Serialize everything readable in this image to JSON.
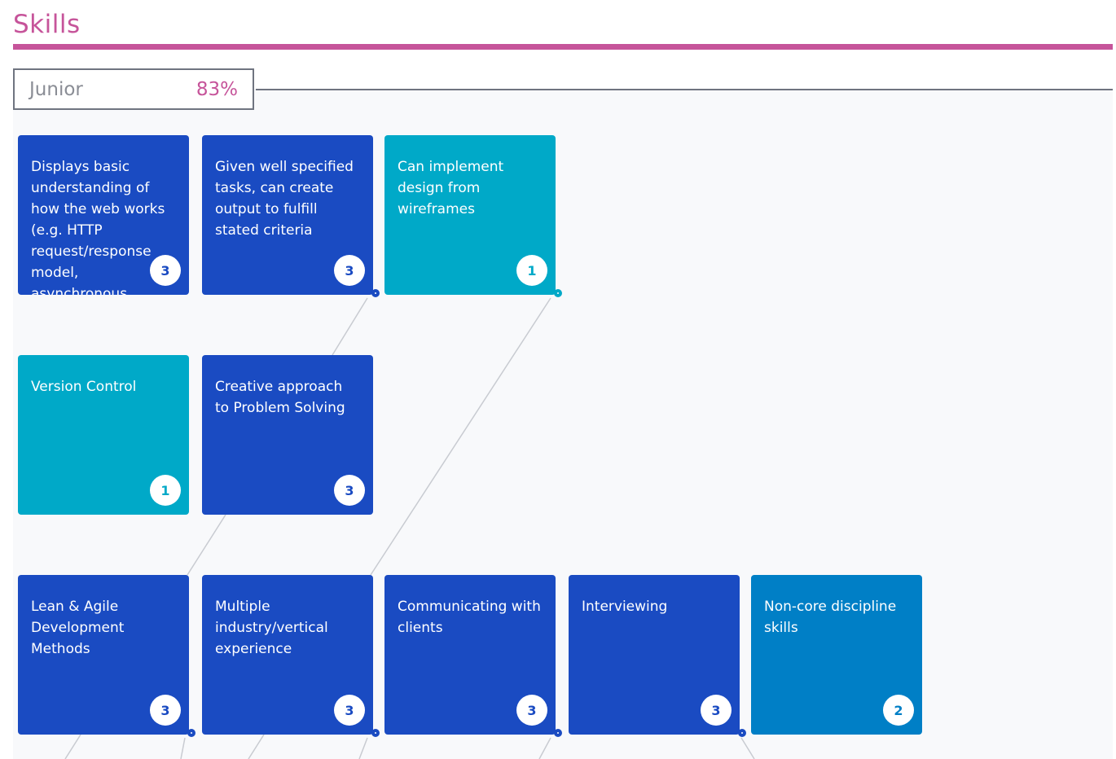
{
  "page": {
    "title": "Skills"
  },
  "level": {
    "name": "Junior",
    "percent": "83%"
  },
  "colors": {
    "accent": "#c6549a",
    "dark_blue": "#1a4bc2",
    "teal": "#00a9c8",
    "mid_blue": "#007fc6",
    "line": "#c8cbd1"
  },
  "cards": [
    {
      "label": "Displays basic understanding of how the web works (e.g. HTTP request/response model, asynchronous",
      "score": "3",
      "color": "#1a4bc2",
      "row": 0,
      "col": 0,
      "node": false
    },
    {
      "label": "Given well specified tasks, can create output to fulfill stated criteria",
      "score": "3",
      "color": "#1a4bc2",
      "row": 0,
      "col": 1,
      "node": true
    },
    {
      "label": "Can implement design from wireframes",
      "score": "1",
      "color": "#00a9c8",
      "row": 0,
      "col": 2,
      "node": true
    },
    {
      "label": "Version Control",
      "score": "1",
      "color": "#00a9c8",
      "row": 1,
      "col": 0,
      "node": false
    },
    {
      "label": "Creative approach to Problem Solving",
      "score": "3",
      "color": "#1a4bc2",
      "row": 1,
      "col": 1,
      "node": false
    },
    {
      "label": "Lean & Agile Development Methods",
      "score": "3",
      "color": "#1a4bc2",
      "row": 2,
      "col": 0,
      "node": true
    },
    {
      "label": "Multiple industry/vertical experience",
      "score": "3",
      "color": "#1a4bc2",
      "row": 2,
      "col": 1,
      "node": true
    },
    {
      "label": "Communicating with clients",
      "score": "3",
      "color": "#1a4bc2",
      "row": 2,
      "col": 2,
      "node": true
    },
    {
      "label": "Interviewing",
      "score": "3",
      "color": "#1a4bc2",
      "row": 2,
      "col": 3,
      "node": true
    },
    {
      "label": "Non-core discipline skills",
      "score": "2",
      "color": "#007fc6",
      "row": 2,
      "col": 4,
      "node": false
    }
  ]
}
